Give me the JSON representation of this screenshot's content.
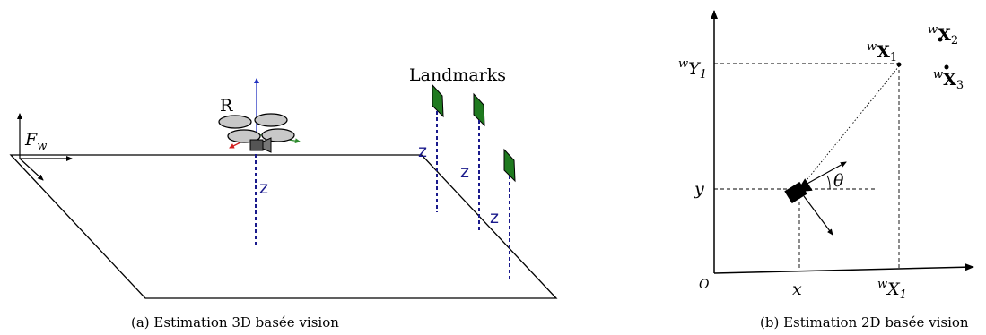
{
  "panel_a": {
    "caption": "(a) Estimation 3D basée vision",
    "frame_label": "F",
    "frame_subscript": "w",
    "robot_label": "R",
    "landmarks_title": "Landmarks",
    "z_label": "z",
    "landmark_count": 3,
    "colors": {
      "landmark_fill": "#1f7a1f",
      "z_line": "#1a1a8c",
      "axis_x": "#2e8b2e",
      "axis_y": "#d42020",
      "axis_z": "#1f2fbf",
      "propeller": "#c8c8c8",
      "camera": "#555555"
    }
  },
  "panel_b": {
    "caption": "(b) Estimation 2D basée vision",
    "origin": "O",
    "x_label": "x",
    "y_label": "y",
    "theta": "θ",
    "world_sup": "w",
    "Y1_main": "Y",
    "Y1_sub": "1",
    "X1_main": "X",
    "X1_sub": "1",
    "landmark1_main": "X",
    "landmark1_sub": "1",
    "landmark2_main": "X",
    "landmark2_sub": "2",
    "landmark3_main": "X",
    "landmark3_sub": "3"
  }
}
